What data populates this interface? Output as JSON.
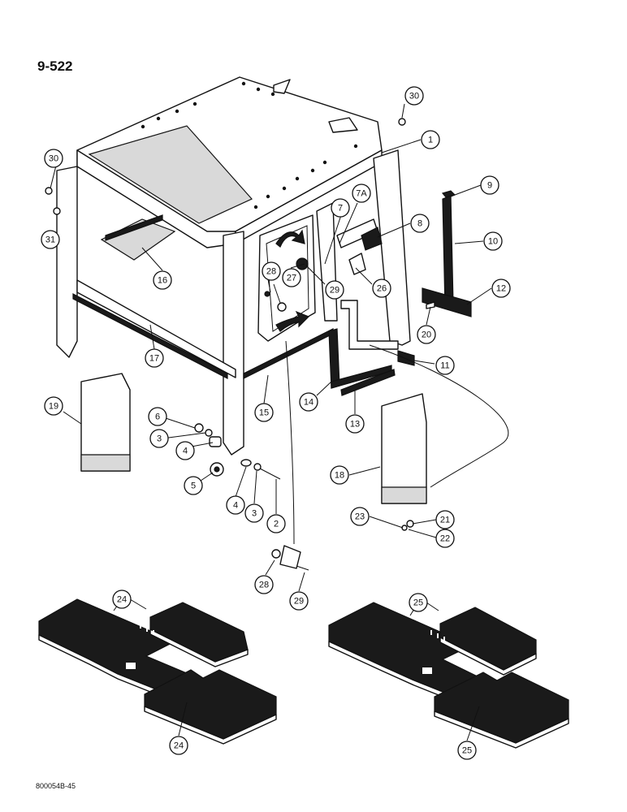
{
  "page_number": "9-522",
  "document_code": "800054B-45",
  "callouts": [
    {
      "id": "c1",
      "label": "1"
    },
    {
      "id": "c2",
      "label": "2"
    },
    {
      "id": "c3a",
      "label": "3"
    },
    {
      "id": "c3b",
      "label": "3"
    },
    {
      "id": "c4a",
      "label": "4"
    },
    {
      "id": "c4b",
      "label": "4"
    },
    {
      "id": "c5",
      "label": "5"
    },
    {
      "id": "c6",
      "label": "6"
    },
    {
      "id": "c7",
      "label": "7"
    },
    {
      "id": "c7a",
      "label": "7A"
    },
    {
      "id": "c8",
      "label": "8"
    },
    {
      "id": "c9",
      "label": "9"
    },
    {
      "id": "c10",
      "label": "10"
    },
    {
      "id": "c11",
      "label": "11"
    },
    {
      "id": "c12",
      "label": "12"
    },
    {
      "id": "c13",
      "label": "13"
    },
    {
      "id": "c14",
      "label": "14"
    },
    {
      "id": "c15",
      "label": "15"
    },
    {
      "id": "c16",
      "label": "16"
    },
    {
      "id": "c17",
      "label": "17"
    },
    {
      "id": "c18",
      "label": "18"
    },
    {
      "id": "c19",
      "label": "19"
    },
    {
      "id": "c20",
      "label": "20"
    },
    {
      "id": "c21",
      "label": "21"
    },
    {
      "id": "c22",
      "label": "22"
    },
    {
      "id": "c23",
      "label": "23"
    },
    {
      "id": "c24a",
      "label": "24"
    },
    {
      "id": "c24b",
      "label": "24"
    },
    {
      "id": "c25a",
      "label": "25"
    },
    {
      "id": "c25b",
      "label": "25"
    },
    {
      "id": "c26",
      "label": "26"
    },
    {
      "id": "c27",
      "label": "27"
    },
    {
      "id": "c28a",
      "label": "28"
    },
    {
      "id": "c28b",
      "label": "28"
    },
    {
      "id": "c29a",
      "label": "29"
    },
    {
      "id": "c29b",
      "label": "29"
    },
    {
      "id": "c30a",
      "label": "30"
    },
    {
      "id": "c30b",
      "label": "30"
    },
    {
      "id": "c31",
      "label": "31"
    }
  ]
}
